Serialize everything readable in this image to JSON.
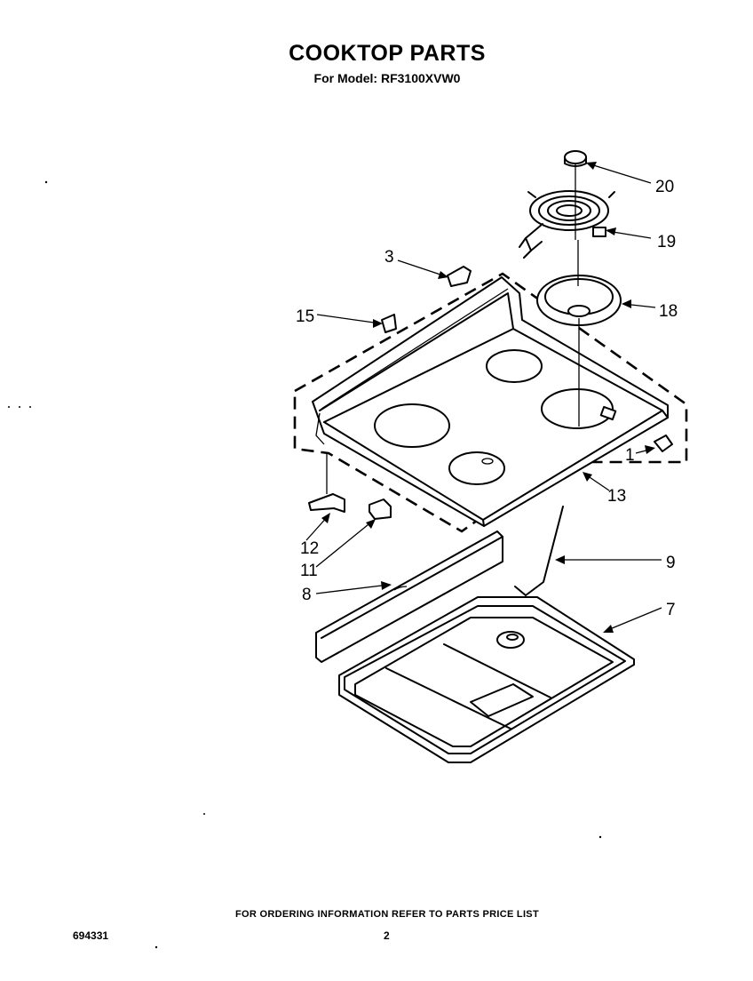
{
  "header": {
    "title": "COOKTOP PARTS",
    "subtitle": "For Model: RF3100XVW0"
  },
  "callouts": [
    {
      "id": "20",
      "label": "20"
    },
    {
      "id": "19",
      "label": "19"
    },
    {
      "id": "18",
      "label": "18"
    },
    {
      "id": "3",
      "label": "3"
    },
    {
      "id": "15",
      "label": "15"
    },
    {
      "id": "1",
      "label": "1"
    },
    {
      "id": "13",
      "label": "13"
    },
    {
      "id": "12",
      "label": "12"
    },
    {
      "id": "11",
      "label": "11"
    },
    {
      "id": "8",
      "label": "8"
    },
    {
      "id": "9",
      "label": "9"
    },
    {
      "id": "7",
      "label": "7"
    }
  ],
  "footer": {
    "note": "FOR ORDERING INFORMATION REFER TO PARTS PRICE LIST",
    "doc_number": "694331",
    "page_number": "2"
  }
}
